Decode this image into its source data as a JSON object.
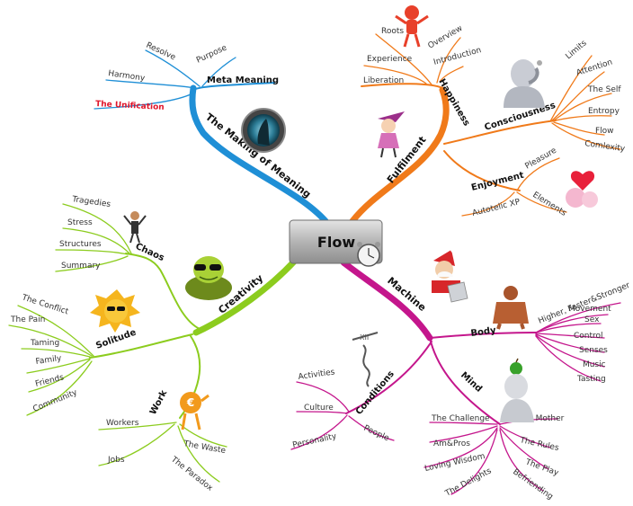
{
  "colors": {
    "blue": "#1f8fd6",
    "orange": "#f07a1a",
    "magenta": "#c4168c",
    "green": "#8ccc1e",
    "highlight": "#e0152a"
  },
  "icons": [
    "portal-icon",
    "fairy-icon",
    "thinker-statue-icon",
    "heart-hug-icon",
    "santa-laptop-icon",
    "muscle-man-icon",
    "apple-head-icon",
    "clock-hands-icon",
    "turtle-sunglasses-icon",
    "sun-sunglasses-icon",
    "euro-man-icon",
    "juggler-icon",
    "alarm-clock-icon",
    "sunburst-man-icon"
  ],
  "center": {
    "label": "Flow"
  },
  "meaning": {
    "label": "The Making of Meaning",
    "meta": {
      "label": "Meta Meaning",
      "resolve": "Resolve",
      "purpose": "Purpose",
      "harmony": "Harmony",
      "unification": "The Unification"
    }
  },
  "fulfilment": {
    "label": "Fulfilment",
    "happiness": {
      "label": "Happiness",
      "roots": "Roots",
      "overview": "Overview",
      "experience": "Experience",
      "introduction": "Introduction",
      "liberation": "Liberation"
    },
    "consciousness": {
      "label": "Consciousness",
      "limits": "Limits",
      "attention": "Attention",
      "self": "The Self",
      "entropy": "Entropy",
      "flow": "Flow",
      "complexity": "Comlexity"
    },
    "enjoyment": {
      "label": "Enjoyment",
      "pleasure": "Pleasure",
      "elements": "Elements",
      "autotelic": "Autotelic XP"
    }
  },
  "creativity": {
    "label": "Creativity",
    "chaos": {
      "label": "Chaos",
      "tragedies": "Tragedies",
      "stress": "Stress",
      "structures": "Structures",
      "summary": "Summary"
    },
    "solitude": {
      "label": "Solitude",
      "conflict": "The Conflict",
      "pain": "The Pain",
      "taming": "Taming",
      "family": "Family",
      "friends": "Friends",
      "community": "Community"
    },
    "work": {
      "label": "Work",
      "workers": "Workers",
      "jobs": "Jobs",
      "waste": "The Waste",
      "paradox": "The Paradox"
    }
  },
  "machine": {
    "label": "Machine",
    "body": {
      "label": "Body",
      "higher": "Higher, Faster&Stronger",
      "movement": "Movement",
      "sex": "Sex",
      "control": "Control",
      "senses": "Senses",
      "music": "Music",
      "tasting": "Tasting"
    },
    "mind": {
      "label": "Mind",
      "challenge": "The Challenge",
      "mother": "The Mother",
      "ampros": "Am&Pros",
      "rules": "The Rules",
      "wisdom": "Loving Wisdom",
      "play": "The Play",
      "delights": "The Delights",
      "befriending": "Befriending"
    },
    "conditions": {
      "label": "Conditions",
      "activities": "Activities",
      "culture": "Culture",
      "personality": "Personality",
      "people": "People"
    }
  }
}
